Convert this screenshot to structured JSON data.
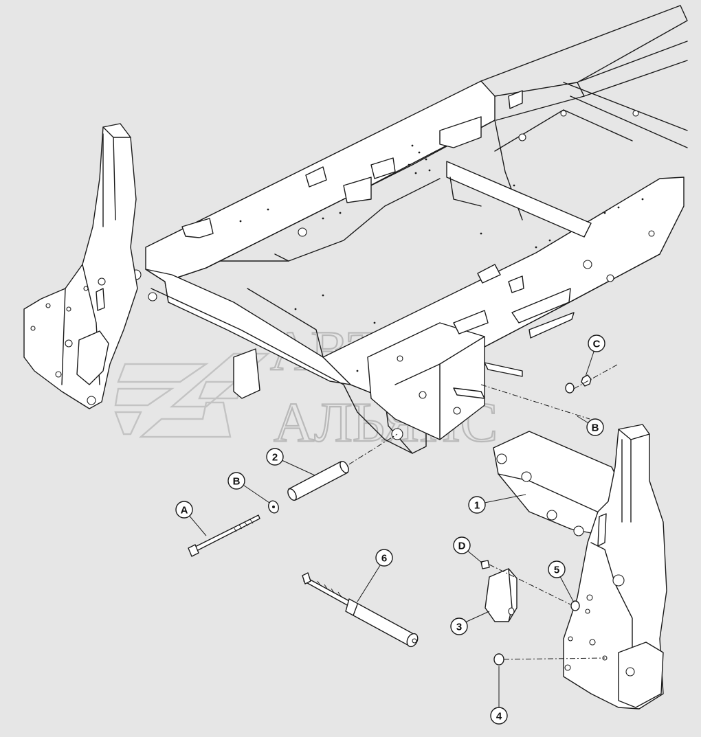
{
  "watermark": {
    "line1": "АВТО",
    "line2": "АЛЬЯНС"
  },
  "callouts": [
    {
      "id": "c1",
      "label": "1"
    },
    {
      "id": "c2",
      "label": "2"
    },
    {
      "id": "c3",
      "label": "3"
    },
    {
      "id": "c4",
      "label": "4"
    },
    {
      "id": "c5",
      "label": "5"
    },
    {
      "id": "c6",
      "label": "6"
    },
    {
      "id": "cA",
      "label": "A"
    },
    {
      "id": "cB1",
      "label": "B"
    },
    {
      "id": "cB2",
      "label": "B"
    },
    {
      "id": "cC",
      "label": "C"
    },
    {
      "id": "cD",
      "label": "D"
    }
  ],
  "colors": {
    "background": "#e6e6e6",
    "line": "#1a1a1a",
    "watermark": "#b9b9b9"
  }
}
